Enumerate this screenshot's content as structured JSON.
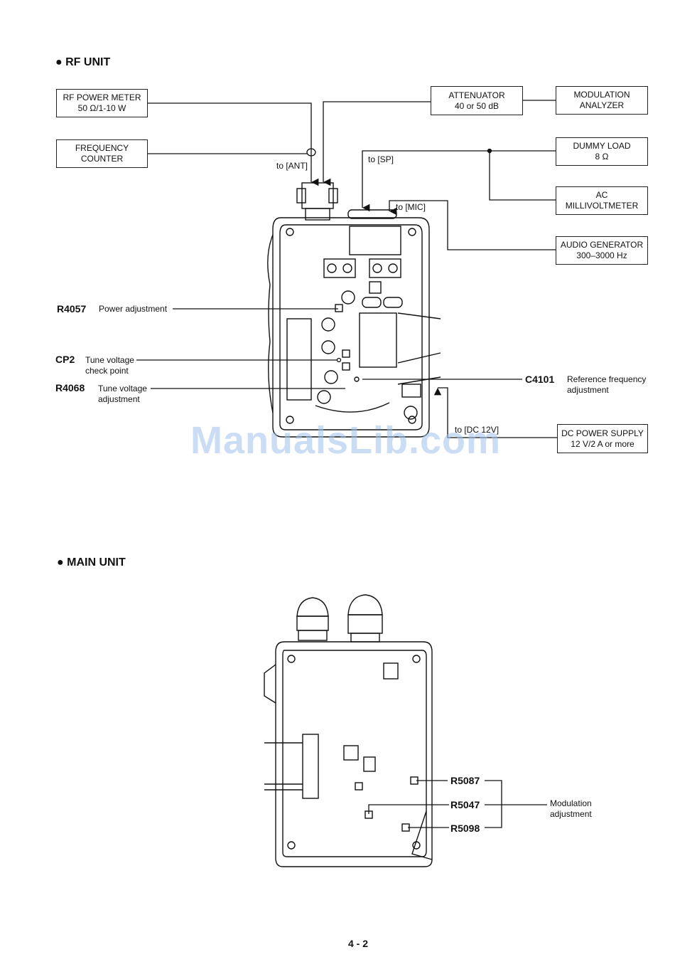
{
  "rf_unit": {
    "title": "● RF UNIT",
    "boxes": {
      "rf_power_meter": [
        "RF POWER METER",
        "50 Ω/1-10 W"
      ],
      "frequency_counter": [
        "FREQUENCY",
        "COUNTER"
      ],
      "attenuator": [
        "ATTENUATOR",
        "40 or 50 dB"
      ],
      "modulation_analyzer": [
        "MODULATION",
        "ANALYZER"
      ],
      "dummy_load": [
        "DUMMY LOAD",
        "8 Ω"
      ],
      "ac_millivoltmeter": [
        "AC",
        "MILLIVOLTMETER"
      ],
      "audio_generator": [
        "AUDIO GENERATOR",
        "300–3000 Hz"
      ],
      "dc_power_supply": [
        "DC POWER SUPPLY",
        "12 V/2 A or more"
      ]
    },
    "connectors": {
      "ant": "to [ANT]",
      "sp": "to [SP]",
      "mic": "to [MIC]",
      "dc": "to [DC 12V]"
    },
    "adjustments": {
      "r4057": {
        "ref": "R4057",
        "desc": "Power adjustment"
      },
      "cp2": {
        "ref": "CP2",
        "desc_line1": "Tune voltage",
        "desc_line2": "check point"
      },
      "r4068": {
        "ref": "R4068",
        "desc_line1": "Tune voltage",
        "desc_line2": "adjustment"
      },
      "c4101": {
        "ref": "C4101",
        "desc_line1": "Reference frequency",
        "desc_line2": "adjustment"
      }
    }
  },
  "main_unit": {
    "title": "● MAIN UNIT",
    "adjustments": {
      "r5087": "R5087",
      "r5047": "R5047",
      "r5098": "R5098",
      "desc_line1": "Modulation",
      "desc_line2": "adjustment"
    }
  },
  "watermark": "ManualsLib.com",
  "page_number": "4 - 2"
}
